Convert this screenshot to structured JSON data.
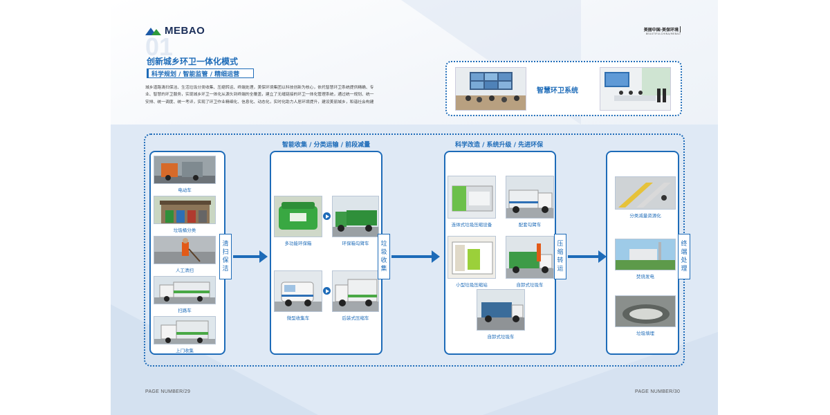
{
  "brand": {
    "logo_text": "MEBAO",
    "slogan_cn": "美丽中国·美保环境",
    "slogan_en": "BEAUTIFULCHINA/MEBAO"
  },
  "section": {
    "number": "01",
    "title": "创新城乡环卫一体化模式",
    "subtitle": "科学规划 / 智能监管 / 精细运营",
    "body": "城乡道路清扫保洁、生活垃圾分类收集、压缩转运、终端处理，美保环境集团以科技创新为核心，依托智慧环卫系统提供精确、专业、智慧的环卫服务，实现城乡环卫一体化从源头到终端的全覆盖，建立了无缝链接的环卫一体化管理系统，通过统一规划、统一安排、统一调度、统一考评，实现了环卫作业精细化、信息化、动态化，实时化助力人居环境提升，建设美丽城乡，和谐社会构建"
  },
  "smart_system": {
    "label": "智慧环卫系统"
  },
  "stages": [
    {
      "vertical_label": "清扫保洁",
      "items": [
        "电动车",
        "垃圾桶分类",
        "人工清扫",
        "扫路车",
        "上门收集"
      ]
    },
    {
      "header": "智能收集 / 分类运输 / 前段减量",
      "vertical_label": "垃圾收集",
      "items": [
        "多功能环保箱",
        "环保箱勾臂车",
        "微型收集车",
        "后装式压缩车"
      ]
    },
    {
      "header": "科学改造 / 系统升级 / 先进环保",
      "vertical_label": "压缩转运",
      "items": [
        "连体式垃圾压缩设备",
        "配套勾臂车",
        "小型垃圾压缩站",
        "自卸式垃圾车",
        "自卸式垃圾车"
      ]
    },
    {
      "vertical_label": "终端处理",
      "items": [
        "分类减量资源化",
        "焚烧发电",
        "垃圾填埋"
      ]
    }
  ],
  "footer": {
    "page_left": "PAGE NUMBER/29",
    "page_right": "PAGE NUMBER/30"
  },
  "colors": {
    "accent": "#1d6bb8",
    "background_band": "#dfe9f5"
  }
}
